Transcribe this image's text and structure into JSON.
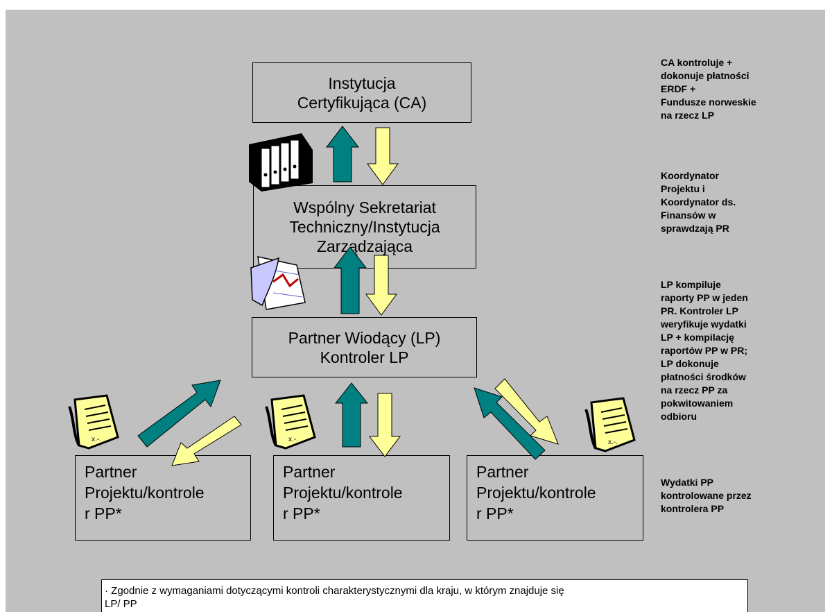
{
  "boxes": {
    "ca": "Instytucja\nCertyfikująca (CA)",
    "jts": "Wspólny Sekretariat\nTechniczny/Instytucja\nZarządzająca",
    "lp": "Partner Wiodący (LP)\nKontroler LP",
    "pp_left": "Partner\nProjektu/kontrole\nr PP*",
    "pp_middle": "Partner\nProjektu/kontrole\nr PP*",
    "pp_right": "Partner\nProjektu/kontrole\nr PP*"
  },
  "notes": {
    "ca": " CA kontroluje +\ndokonuje płatności\nERDF +\nFundusze norweskie\nna rzecz LP",
    "jts": "Koordynator\nProjektu i\nKoordynator ds.\nFinansów w\nsprawdzają PR",
    "lp": "LP kompiluje\nraporty PP w jeden\nPR. Kontroler LP\nweryfikuje wydatki\nLP + kompilację\nraportów PP w PR;\nLP dokonuje\npłatności środków\nna rzecz PP za\npokwitowaniem\nodbioru",
    "pp": "Wydatki PP\nkontrolowane przez\nkontrolera PP"
  },
  "footnote": "· Zgodnie z wymaganiami dotyczącymi kontroli charakterystycznymi dla kraju, w którym znajduje się\nLP/ PP",
  "colors": {
    "background": "#c0c0c0",
    "arrow_up": "#008080",
    "arrow_down": "#ffff99"
  },
  "icons": [
    "binders-icon",
    "documents-icon",
    "scroll-icon",
    "scroll-icon",
    "scroll-icon"
  ]
}
